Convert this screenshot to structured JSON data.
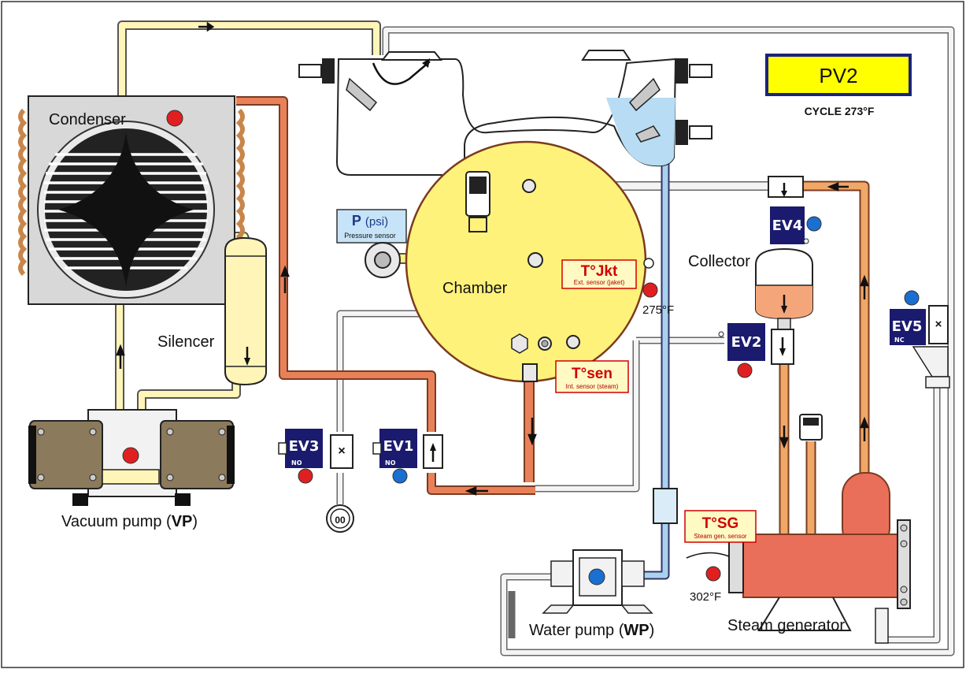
{
  "title_box": {
    "text": "PV2",
    "bg": "#ffff00",
    "border": "#1a237e"
  },
  "cycle_text": "CYCLE 273°F",
  "labels": {
    "condenser": "Condenser",
    "silencer": "Silencer",
    "vacuum_pump_prefix": "Vacuum pump (",
    "vacuum_pump_abbr": "VP",
    "vacuum_pump_suffix": ")",
    "chamber": "Chamber",
    "collector": "Collector",
    "water_pump_prefix": "Water pump (",
    "water_pump_abbr": "WP",
    "water_pump_suffix": ")",
    "steam_generator": "Steam generator",
    "drain_symbol": "00"
  },
  "pressure_sensor": {
    "main": "P",
    "unit": "(psi)",
    "sub": "Pressure sensor"
  },
  "sensors": {
    "jacket": {
      "main": "T°Jkt",
      "sub": "Ext. sensor (jaket)",
      "value": "275°F"
    },
    "steam": {
      "main": "T°sen",
      "sub": "Int. sensor (steam)"
    },
    "sg": {
      "main": "T°SG",
      "sub": "Steam gen. sensor",
      "value": "302°F"
    }
  },
  "valves": {
    "ev1": {
      "name": "EV1",
      "tag": "NO"
    },
    "ev2": {
      "name": "EV2"
    },
    "ev3": {
      "name": "EV3",
      "tag": "NO"
    },
    "ev4": {
      "name": "EV4"
    },
    "ev5": {
      "name": "EV5",
      "tag": "NC"
    }
  },
  "colors": {
    "valve_bg": "#1a1a6e",
    "indicator_red": "#e02020",
    "indicator_blue": "#1a6fd0",
    "pipe_vacuum": "#fff5b8",
    "pipe_steam": "#e8815a",
    "pipe_condensate": "#f0a868",
    "pipe_water": "#a9d2ef",
    "pipe_air": "#f4f4f4",
    "chamber_fill": "#fff27a",
    "generator_fill": "#ea6f5a",
    "condenser_fill": "#d8d8d8"
  }
}
